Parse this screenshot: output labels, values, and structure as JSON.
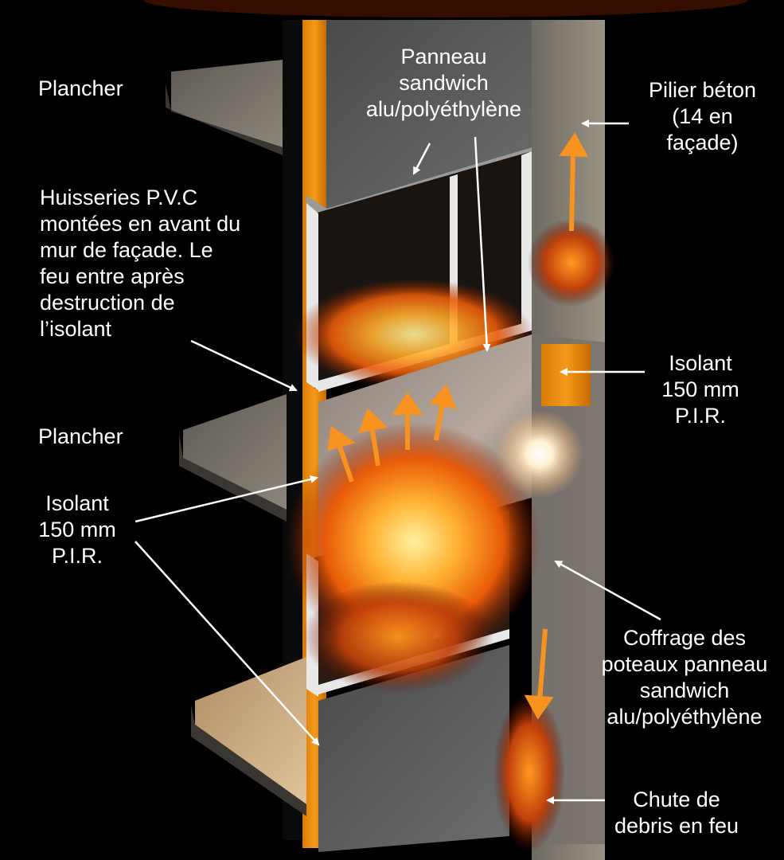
{
  "labels": {
    "plancher_top": "Plancher",
    "panneau_sandwich": "Panneau\nsandwich\nalu/polyéthylène",
    "pilier_beton": "Pilier béton\n(14 en\nfaçade)",
    "huisseries": "Huisseries P.V.C\nmontées en avant du\nmur de façade. Le\nfeu entre après\ndestruction de\nl’isolant",
    "isolant_right": "Isolant\n150 mm\nP.I.R.",
    "plancher_mid": "Plancher",
    "isolant_left": "Isolant\n150 mm\nP.I.R.",
    "coffrage": "Coffrage des\npoteaux panneau\nsandwich\nalu/polyéthylène",
    "chute": "Chute de\ndebris en feu"
  },
  "colors": {
    "background": "#000000",
    "insulation": "#f0900f",
    "panel": "#5c5c5c",
    "concrete": "#8a8070",
    "fire": "#ff7a10",
    "arrow_fire": "#f7931e",
    "label_arrow": "#ffffff"
  }
}
